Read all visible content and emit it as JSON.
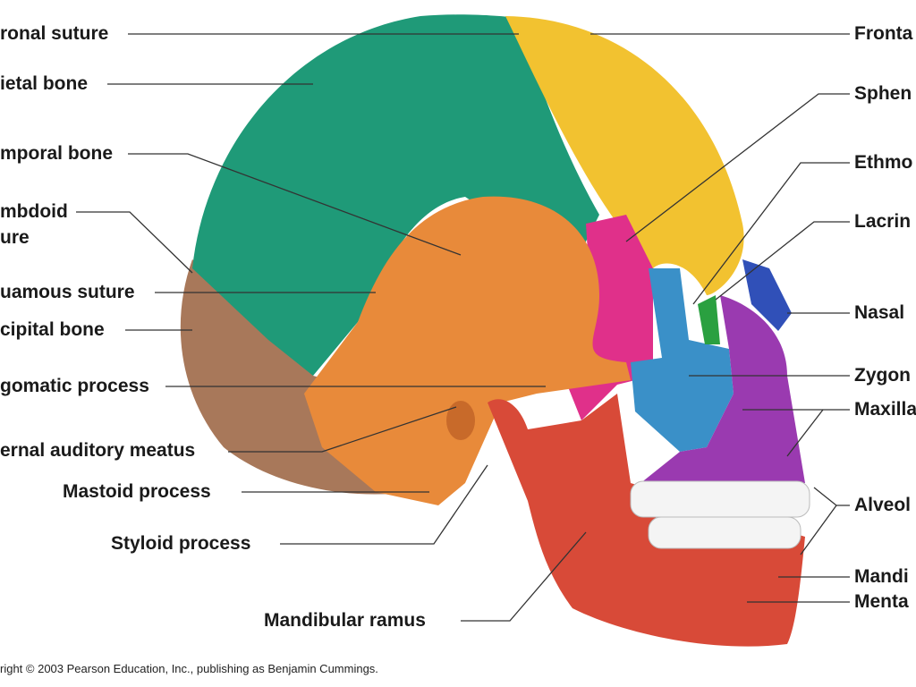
{
  "left_labels": {
    "coronal_suture": "ronal suture",
    "parietal_bone": "ietal bone",
    "temporal_bone": "mporal bone",
    "lambdoid_line1": "mbdoid",
    "lambdoid_line2": "ure",
    "squamous_suture": "uamous suture",
    "occipital_bone": "cipital bone",
    "zygomatic_process": "gomatic process",
    "auditory_meatus": "ernal auditory meatus",
    "mastoid_process": "Mastoid process",
    "styloid_process": "Styloid process",
    "mandibular_ramus": "Mandibular ramus"
  },
  "right_labels": {
    "frontal": "Fronta",
    "sphenoid": "Sphen",
    "ethmoid": "Ethmo",
    "lacrimal": "Lacrin",
    "nasal": "Nasal",
    "zygomatic": "Zygon",
    "maxilla": "Maxilla",
    "alveolar": "Alveol",
    "mandible": "Mandi",
    "mental": "Menta"
  },
  "copyright": "right © 2003 Pearson Education, Inc., publishing as Benjamin Cummings.",
  "colors": {
    "parietal": "#1f9a78",
    "frontal": "#f2c230",
    "temporal": "#e88a3a",
    "occipital": "#a8785a",
    "sphenoid": "#e0308a",
    "zygomatic": "#3a90c8",
    "maxilla": "#9a3ab0",
    "mandible": "#d84a38",
    "nasal": "#3050b8",
    "ethmoid": "#2aa040"
  }
}
